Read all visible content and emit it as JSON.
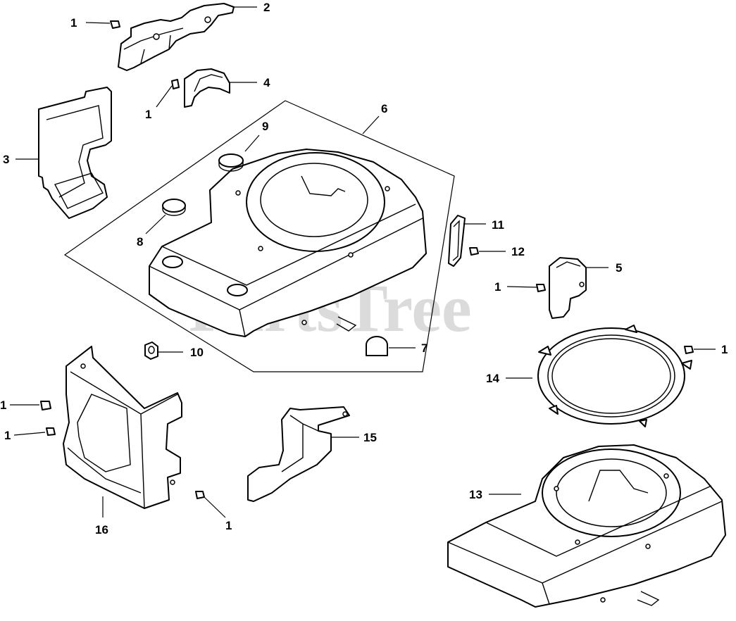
{
  "watermark": "PartsTree",
  "callouts": [
    {
      "id": "c1a",
      "label": "1"
    },
    {
      "id": "c2",
      "label": "2"
    },
    {
      "id": "c1b",
      "label": "1"
    },
    {
      "id": "c4",
      "label": "4"
    },
    {
      "id": "c3",
      "label": "3"
    },
    {
      "id": "c6",
      "label": "6"
    },
    {
      "id": "c9",
      "label": "9"
    },
    {
      "id": "c8",
      "label": "8"
    },
    {
      "id": "c11",
      "label": "11"
    },
    {
      "id": "c12",
      "label": "12"
    },
    {
      "id": "c5",
      "label": "5"
    },
    {
      "id": "c1c",
      "label": "1"
    },
    {
      "id": "c10",
      "label": "10"
    },
    {
      "id": "c7",
      "label": "7"
    },
    {
      "id": "c1d",
      "label": "1"
    },
    {
      "id": "c14",
      "label": "14"
    },
    {
      "id": "c1e",
      "label": "1"
    },
    {
      "id": "c1f",
      "label": "1"
    },
    {
      "id": "c15",
      "label": "15"
    },
    {
      "id": "c16",
      "label": "16"
    },
    {
      "id": "c1g",
      "label": "1"
    },
    {
      "id": "c13",
      "label": "13"
    }
  ]
}
